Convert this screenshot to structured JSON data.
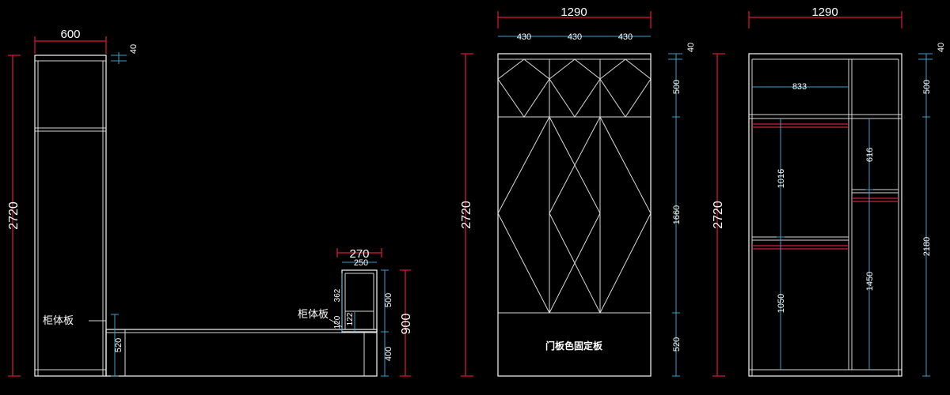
{
  "colors": {
    "background": "#000000",
    "outline": "#e8e8e8",
    "dim_red": "#e0193a",
    "dim_cyan": "#3aa0c8",
    "rail_red": "#d0203a",
    "text": "#ffffff"
  },
  "side_view": {
    "width": "600",
    "top_thickness": "40",
    "height": "2720",
    "side_label": "柜体板",
    "base_height": "520"
  },
  "cabinet_small": {
    "outer_width": "270",
    "inner_width": "250",
    "upper_inner": "362",
    "slot_a": "120",
    "slot_b": "122",
    "upper_height": "500",
    "lower_height": "400",
    "total_height": "900",
    "side_label": "柜体板"
  },
  "front_view": {
    "total_width": "1290",
    "panel_widths": [
      "430",
      "430",
      "430"
    ],
    "top_thickness": "40",
    "height": "2720",
    "upper_height": "500",
    "middle_height": "1660",
    "lower_height": "520",
    "fixed_panel_label": "门板色固定板"
  },
  "interior_view": {
    "total_width": "1290",
    "top_thickness": "40",
    "height": "2720",
    "upper_height": "500",
    "lower_total": "2180",
    "shelf_width": "833",
    "left_upper_section": "1016",
    "left_lower_section": "1050",
    "right_upper_section": "616",
    "right_lower_section": "1450"
  }
}
